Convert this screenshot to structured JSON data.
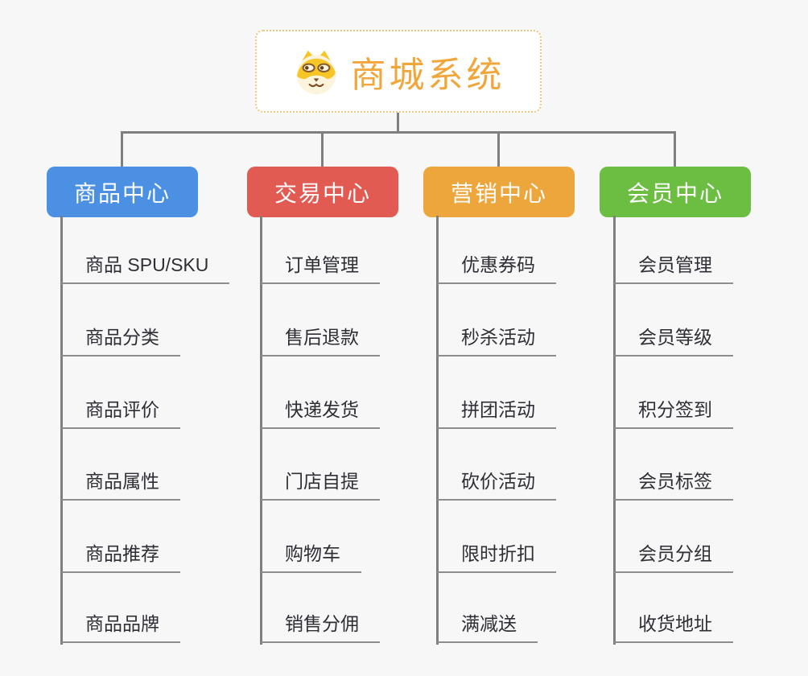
{
  "page": {
    "background_color": "#f7f7f7",
    "connector_color": "#7f7f7f"
  },
  "root": {
    "title": "商城系统",
    "icon": "shiba-dog-icon",
    "text_color": "#f0a63a",
    "border_color": "#f3c57f"
  },
  "branches": [
    {
      "label": "商品中心",
      "color": "#4b90e2",
      "items": [
        "商品 SPU/SKU",
        "商品分类",
        "商品评价",
        "商品属性",
        "商品推荐",
        "商品品牌"
      ]
    },
    {
      "label": "交易中心",
      "color": "#e25b52",
      "items": [
        "订单管理",
        "售后退款",
        "快递发货",
        "门店自提",
        "购物车",
        "销售分佣"
      ]
    },
    {
      "label": "营销中心",
      "color": "#eca63c",
      "items": [
        "优惠券码",
        "秒杀活动",
        "拼团活动",
        "砍价活动",
        "限时折扣",
        "满减送"
      ]
    },
    {
      "label": "会员中心",
      "color": "#6cbe43",
      "items": [
        "会员管理",
        "会员等级",
        "积分签到",
        "会员标签",
        "会员分组",
        "收货地址"
      ]
    }
  ]
}
